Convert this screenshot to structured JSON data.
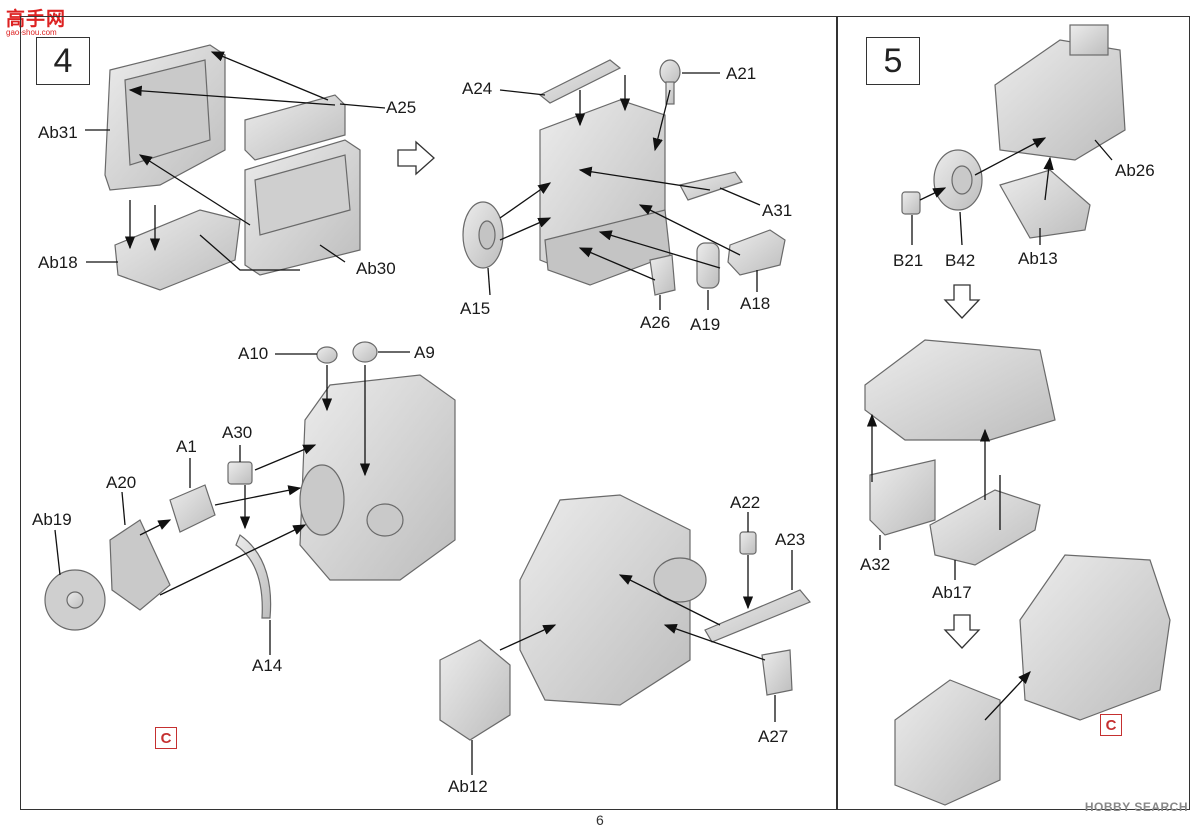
{
  "logo": {
    "text": "高手网",
    "subtext": "gao-shou.com"
  },
  "watermark": "HOBBY SEARCH",
  "page_number": "6",
  "steps": [
    {
      "number": "4",
      "c_mark": "C"
    },
    {
      "number": "5",
      "c_mark": "C"
    }
  ],
  "labels": {
    "A25": "A25",
    "Ab31": "Ab31",
    "Ab18": "Ab18",
    "Ab30": "Ab30",
    "A24": "A24",
    "A21": "A21",
    "A31": "A31",
    "A15": "A15",
    "A26": "A26",
    "A19": "A19",
    "A18": "A18",
    "A10": "A10",
    "A9": "A9",
    "A30": "A30",
    "A1": "A1",
    "A20": "A20",
    "Ab19": "Ab19",
    "A14": "A14",
    "A22": "A22",
    "A23": "A23",
    "A27": "A27",
    "Ab12": "Ab12",
    "Ab26": "Ab26",
    "B21": "B21",
    "B42": "B42",
    "Ab13": "Ab13",
    "A32": "A32",
    "Ab17": "Ab17"
  },
  "colors": {
    "part_fill": "#d6d6d6",
    "part_stroke": "#6a6a6a",
    "accent": "#c53030"
  }
}
